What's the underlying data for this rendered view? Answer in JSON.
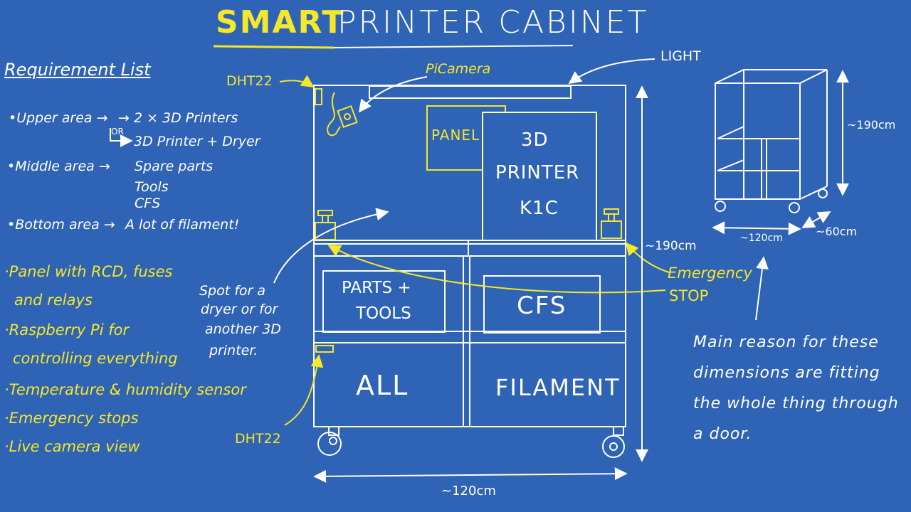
{
  "title": {
    "part1": "SMART",
    "part2": "PRINTER CABINET"
  },
  "requirements": {
    "heading": "Requirement List",
    "upper_label": "•Upper area →",
    "upper_value_1": "→ 2 × 3D Printers",
    "upper_or": "OR",
    "upper_value_2": "3D Printer + Dryer",
    "middle_label": "•Middle area →",
    "middle_values": [
      "Spare parts",
      "Tools",
      "CFS"
    ],
    "bottom_label": "•Bottom area →",
    "bottom_value": "A lot of filament!"
  },
  "features": [
    "·Panel with RCD, fuses",
    "and relays",
    "·Raspberry Pi for",
    "controlling everything",
    "·Temperature & humidity sensor",
    "·Emergency stops",
    "·Live camera view"
  ],
  "cabinet": {
    "dht22_top": "DHT22",
    "picamera": "PiCamera",
    "light": "LIGHT",
    "panel": "PANEL",
    "printer_lines": [
      "3D",
      "PRINTER",
      "K1C"
    ],
    "parts_lines": [
      "PARTS +",
      "TOOLS"
    ],
    "cfs": "CFS",
    "all": "ALL",
    "filament": "FILAMENT",
    "dht22_bottom": "DHT22",
    "spot_lines": [
      "Spot for a",
      "dryer or for",
      "another 3D",
      "printer."
    ],
    "emergency_lines": [
      "Emergency",
      "STOP"
    ],
    "height_dim": "~190cm",
    "width_dim": "~120cm"
  },
  "small_view": {
    "height_dim": "~190cm",
    "width_dim": "~120cm",
    "depth_dim": "~60cm"
  },
  "note_lines": [
    "Main reason for these",
    "dimensions are fitting",
    "the whole thing through",
    "a door."
  ],
  "colors": {
    "background": "#2f63b5",
    "chalk": "#ffffff",
    "highlight": "#f5e72a"
  }
}
